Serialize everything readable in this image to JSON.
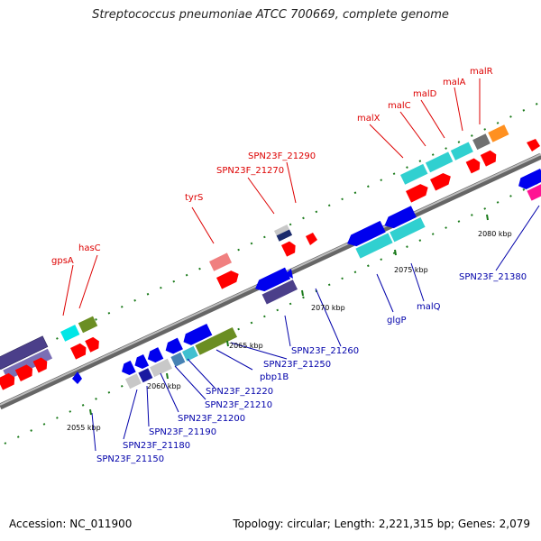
{
  "title": "Streptococcus pneumoniae ATCC 700669, complete genome",
  "accession": "Accession: NC_011900",
  "summary": "Topology: circular; Length: 2,221,315 bp; Genes: 2,079",
  "scale_labels": [
    "2055 kbp",
    "2060 kbp",
    "2065 kbp",
    "2070 kbp",
    "2075 kbp",
    "2080 kbp"
  ],
  "top_gene_labels": [
    "gpsA",
    "hasC",
    "tyrS",
    "SPN23F_21270",
    "SPN23F_21290",
    "malX",
    "malC",
    "malD",
    "malA",
    "malR"
  ],
  "bottom_gene_labels": [
    "SPN23F_21150",
    "SPN23F_21180",
    "SPN23F_21190",
    "SPN23F_21200",
    "SPN23F_21210",
    "SPN23F_21220",
    "pbp1B",
    "SPN23F_21250",
    "SPN23F_21260",
    "glgP",
    "malQ",
    "SPN23F_21380"
  ],
  "colors": {
    "top_label": "#dd0000",
    "bottom_label": "#0000aa",
    "backbone": "#8c8c8c",
    "tick": "#1a7a1a"
  }
}
